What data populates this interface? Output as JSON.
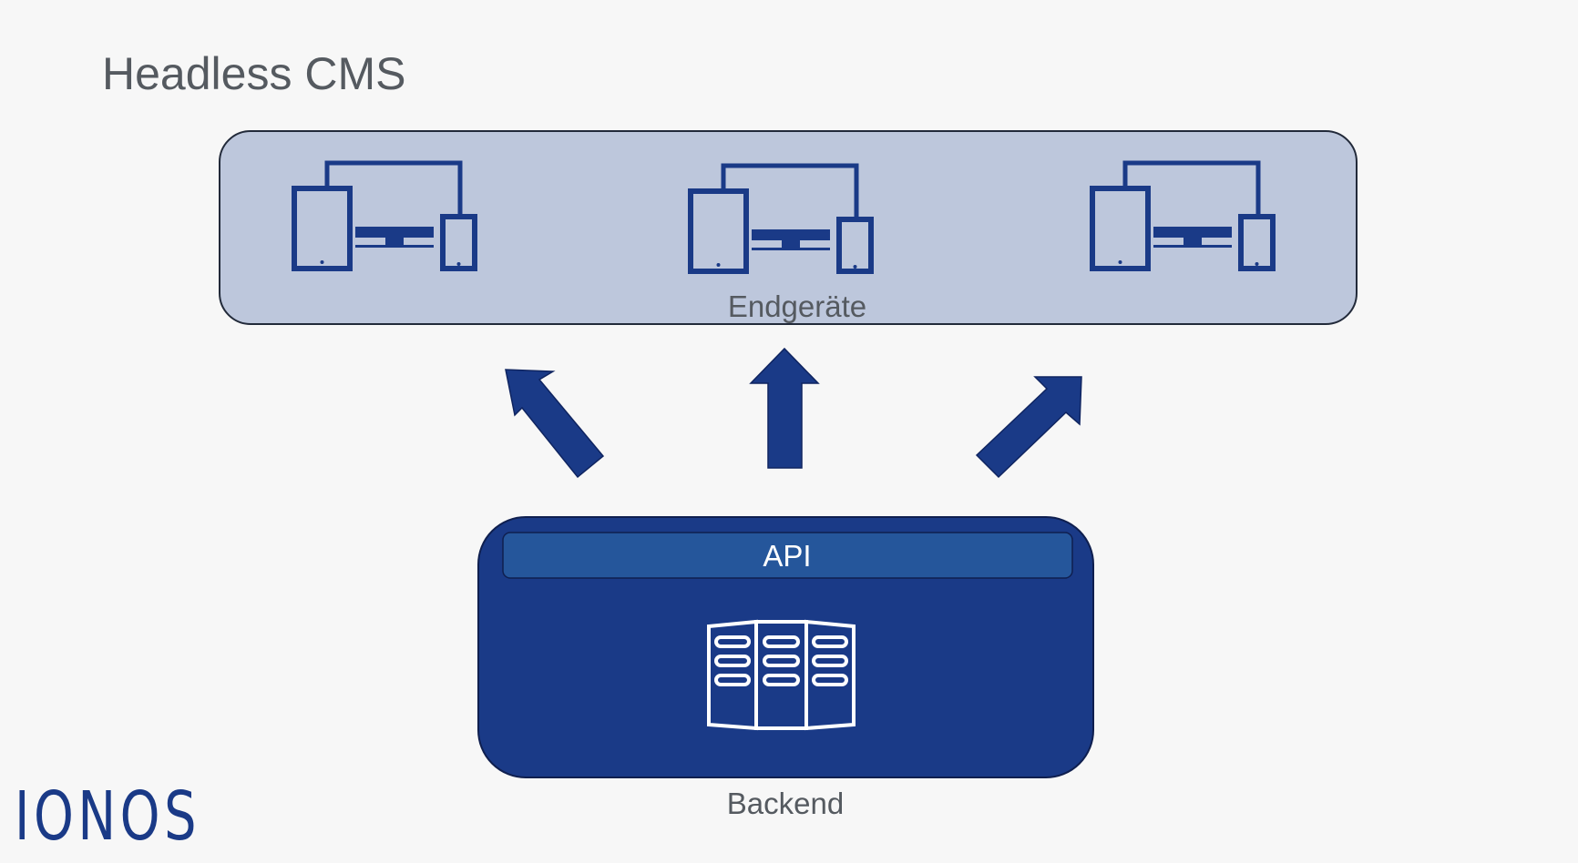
{
  "title": "Headless CMS",
  "devices_panel": {
    "label": "Endgeräte",
    "device_groups": [
      {
        "icon": "devices-icon"
      },
      {
        "icon": "devices-icon"
      },
      {
        "icon": "devices-icon"
      }
    ]
  },
  "backend_panel": {
    "api_label": "API",
    "label": "Backend",
    "icon": "server-rack-icon"
  },
  "logo": {
    "text": "IONOS"
  },
  "colors": {
    "background": "#f7f7f7",
    "panel_fill": "#bdc7dc",
    "navy": "#1a3a87",
    "api_bar": "#25569b",
    "text_gray": "#555a60"
  }
}
